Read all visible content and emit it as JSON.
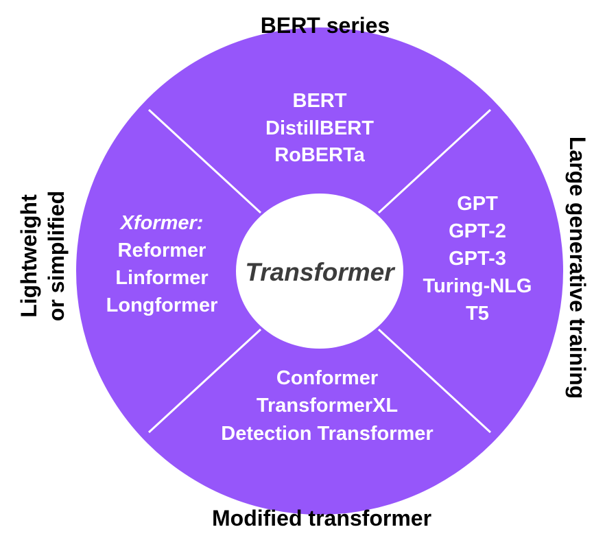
{
  "colors": {
    "ring": "#9656fa",
    "divider": "#ffffff",
    "center_fill": "#ffffff",
    "center_text": "#3c3c3c",
    "outer_label": "#000000",
    "quadrant_text": "#ffffff"
  },
  "center": {
    "label": "Transformer"
  },
  "outer_labels": {
    "top": "BERT series",
    "right": "Large generative training",
    "bottom": "Modified transformer",
    "left_line1": "Lightweight",
    "left_line2": "or simplified"
  },
  "quadrants": {
    "top": {
      "items": [
        "BERT",
        "DistillBERT",
        "RoBERTa"
      ]
    },
    "right": {
      "items": [
        "GPT",
        "GPT-2",
        "GPT-3",
        "Turing-NLG",
        "T5"
      ]
    },
    "bottom": {
      "items": [
        "Conformer",
        "TransformerXL",
        "Detection Transformer"
      ]
    },
    "left": {
      "heading": "Xformer:",
      "items": [
        "Reformer",
        "Linformer",
        "Longformer"
      ]
    }
  }
}
